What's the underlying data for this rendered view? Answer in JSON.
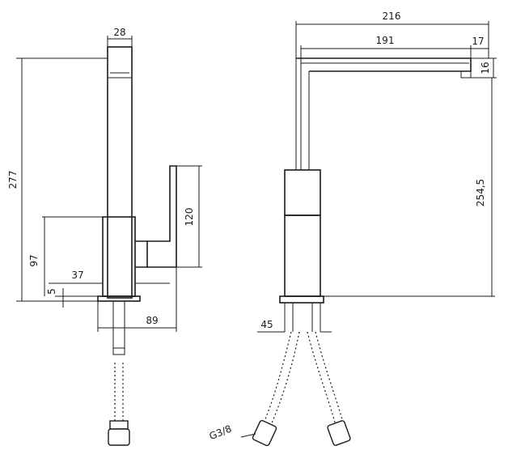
{
  "drawing": {
    "front_view": {
      "width_top": "28",
      "height_total": "277",
      "lever_height": "120",
      "base_to_lever": "97",
      "lever_offset": "37",
      "base_thickness": "5",
      "base_depth": "89"
    },
    "side_view": {
      "reach_total": "216",
      "reach_inner": "191",
      "outlet_width": "17",
      "outlet_height": "16",
      "spout_height": "254,5",
      "body_diameter": "45",
      "thread": "G3/8"
    }
  }
}
